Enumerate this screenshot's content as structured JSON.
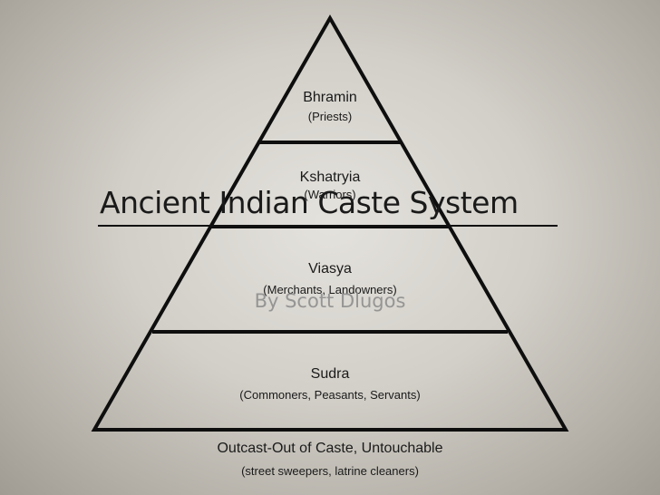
{
  "slide": {
    "title": "Ancient Indian Caste System",
    "subtitle": "By Scott Dlugos"
  },
  "pyramid": {
    "levels": [
      {
        "name": "Bhramin",
        "desc": "(Priests)"
      },
      {
        "name": "Kshatryia",
        "desc": "(Warriors)"
      },
      {
        "name": "Viasya",
        "desc": "(Merchants, Landowners)"
      },
      {
        "name": "Sudra",
        "desc": "(Commoners, Peasants, Servants)"
      }
    ],
    "outcast": {
      "name": "Outcast-Out of Caste, Untouchable",
      "desc": "(street sweepers, latrine cleaners)"
    }
  }
}
